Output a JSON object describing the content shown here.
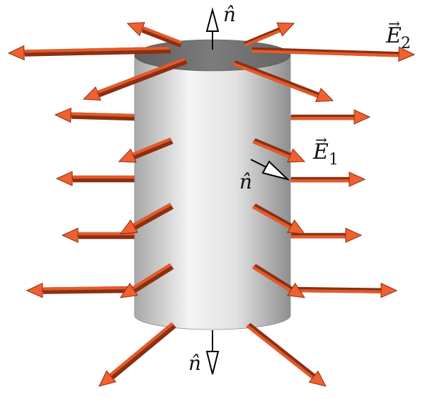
{
  "labels": {
    "n_top": "n̂",
    "n_side": "n̂",
    "n_bottom": "n̂",
    "e2_base": "E",
    "e2_sub": "2",
    "e1_base": "E",
    "e1_sub": "1",
    "vector_mark": "⃗"
  },
  "colors": {
    "arrow_light": "#e35a2a",
    "arrow_dark": "#8c2f12",
    "arrow_head": "#f06030",
    "cylinder_light": "#f2f2f2",
    "cylinder_dark": "#9a9a9a",
    "cap": "#6f6f6f",
    "normal_stroke": "#000000"
  },
  "icons": {
    "field_arrow": "orange-3d-arrow",
    "normal_vector": "outline-arrow"
  }
}
